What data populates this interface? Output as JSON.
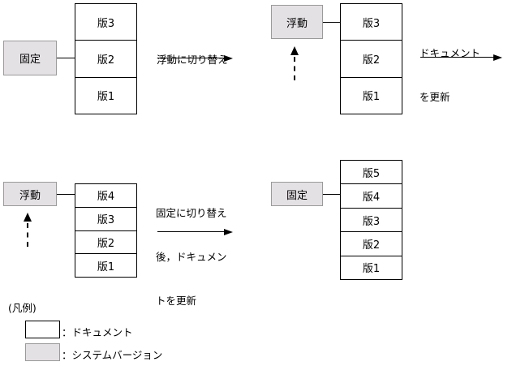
{
  "diagram": {
    "title": "",
    "colors": {
      "document_fill": "#ffffff",
      "document_border": "#000000",
      "system_version_fill": "#e4e1e4",
      "system_version_border": "#9a9a9a",
      "line": "#000000"
    },
    "states": [
      {
        "id": "state-1",
        "system_version_label": "固定",
        "system_version_type": "fixed",
        "has_dashed_arrow": false,
        "linked_cell_index": 1,
        "documents": [
          "版3",
          "版2",
          "版1"
        ]
      },
      {
        "id": "state-2",
        "system_version_label": "浮動",
        "system_version_type": "floating",
        "has_dashed_arrow": true,
        "linked_cell_index": 0,
        "documents": [
          "版3",
          "版2",
          "版1"
        ]
      },
      {
        "id": "state-3",
        "system_version_label": "浮動",
        "system_version_type": "floating",
        "has_dashed_arrow": true,
        "linked_cell_index": 0,
        "documents": [
          "版4",
          "版3",
          "版2",
          "版1"
        ]
      },
      {
        "id": "state-4",
        "system_version_label": "固定",
        "system_version_type": "fixed",
        "has_dashed_arrow": false,
        "linked_cell_index": 1,
        "documents": [
          "版5",
          "版4",
          "版3",
          "版2",
          "版1"
        ]
      }
    ],
    "transitions": [
      {
        "id": "transition-1",
        "label_lines": [
          "浮動に切り替え"
        ]
      },
      {
        "id": "transition-2",
        "label_lines": [
          "ドキュメント",
          "を更新"
        ]
      },
      {
        "id": "transition-3",
        "label_lines": [
          "固定に切り替え",
          "後，ドキュメン",
          "トを更新"
        ]
      }
    ]
  },
  "legend": {
    "title": "(凡例)",
    "entries": [
      {
        "swatch": "white-box",
        "label": "：ドキュメント"
      },
      {
        "swatch": "gray-box",
        "label": "：システムバージョン"
      }
    ]
  }
}
